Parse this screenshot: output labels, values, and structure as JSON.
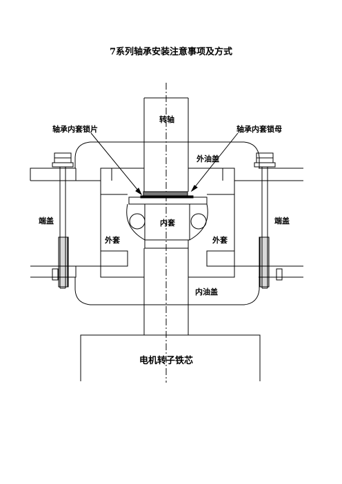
{
  "title": "7系列轴承安装注意事项及方式",
  "labels": {
    "shaft": "转轴",
    "inner_lock_plate": "轴承内套锁片",
    "inner_lock_nut": "轴承内套锁母",
    "outer_oil_cap": "外油盖",
    "end_cover_left": "端盖",
    "end_cover_right": "端盖",
    "inner_race": "内套",
    "outer_race_left": "外套",
    "outer_race_right": "外套",
    "inner_oil_cap": "内油盖",
    "rotor_core": "电机转子铁芯"
  }
}
